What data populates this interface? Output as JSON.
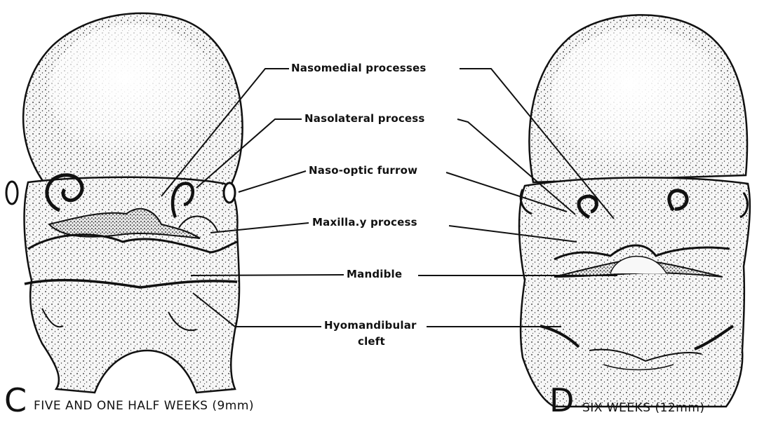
{
  "labels": {
    "nasomedial": "Nasomedial processes",
    "nasolateral": "Nasolateral process",
    "naso_optic": "Naso-optic furrow",
    "maxillary": "Maxilla.y process",
    "mandible": "Mandible",
    "hyomandibular_line1": "Hyomandibular",
    "hyomandibular_line2": "cleft"
  },
  "captions": {
    "left_letter": "C",
    "left_text": "FIVE AND ONE HALF WEEKS (9mm)",
    "right_letter": "D",
    "right_text": "SIX WEEKS (12mm)"
  },
  "colors": {
    "ink": "#111111",
    "paper": "#ffffff",
    "fill": "#f4f4f4"
  }
}
